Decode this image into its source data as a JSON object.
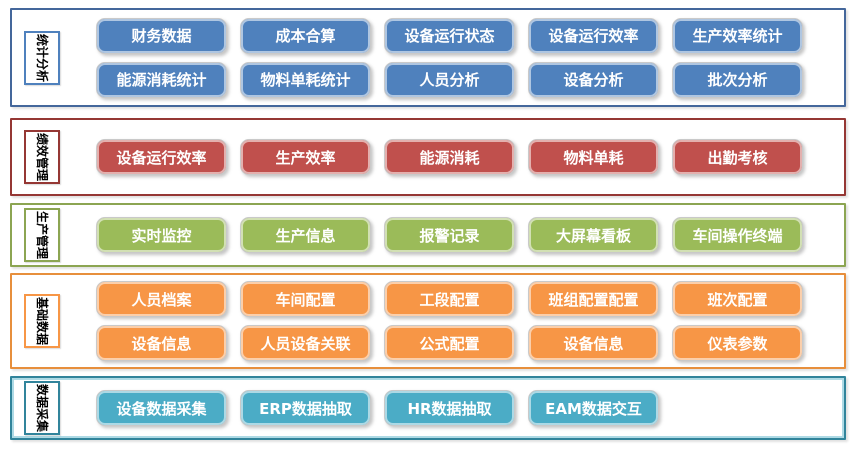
{
  "rows": [
    {
      "id": "statistics-analysis",
      "label": "统计分析",
      "button_color": "#4f81bd",
      "frame_color": "#44679b",
      "buttons": [
        [
          "财务数据",
          "成本合算",
          "设备运行状态",
          "设备运行效率",
          "生产效率统计"
        ],
        [
          "能源消耗统计",
          "物料单耗统计",
          "人员分析",
          "设备分析",
          "批次分析"
        ]
      ]
    },
    {
      "id": "performance-management",
      "label": "绩效管理",
      "button_color": "#c0504d",
      "frame_color": "#953734",
      "buttons": [
        [
          "设备运行效率",
          "生产效率",
          "能源消耗",
          "物料单耗",
          "出勤考核"
        ]
      ]
    },
    {
      "id": "production-management",
      "label": "生产管理",
      "button_color": "#9bbb59",
      "frame_color": "#8ca552",
      "buttons": [
        [
          "实时监控",
          "生产信息",
          "报警记录",
          "大屏幕看板",
          "车间操作终端"
        ]
      ]
    },
    {
      "id": "base-data",
      "label": "基础数据",
      "button_color": "#f79646",
      "frame_color": "#e78f3c",
      "buttons": [
        [
          "人员档案",
          "车间配置",
          "工段配置",
          "班组配置配置",
          "班次配置"
        ],
        [
          "设备信息",
          "人员设备关联",
          "公式配置",
          "设备信息",
          "仪表参数"
        ]
      ]
    },
    {
      "id": "data-collection",
      "label": "数据采集",
      "button_color": "#4bacc6",
      "frame_color": "#31849b",
      "buttons": [
        [
          "设备数据采集",
          "ERP数据抽取",
          "HR数据抽取",
          "EAM数据交互"
        ]
      ]
    }
  ]
}
